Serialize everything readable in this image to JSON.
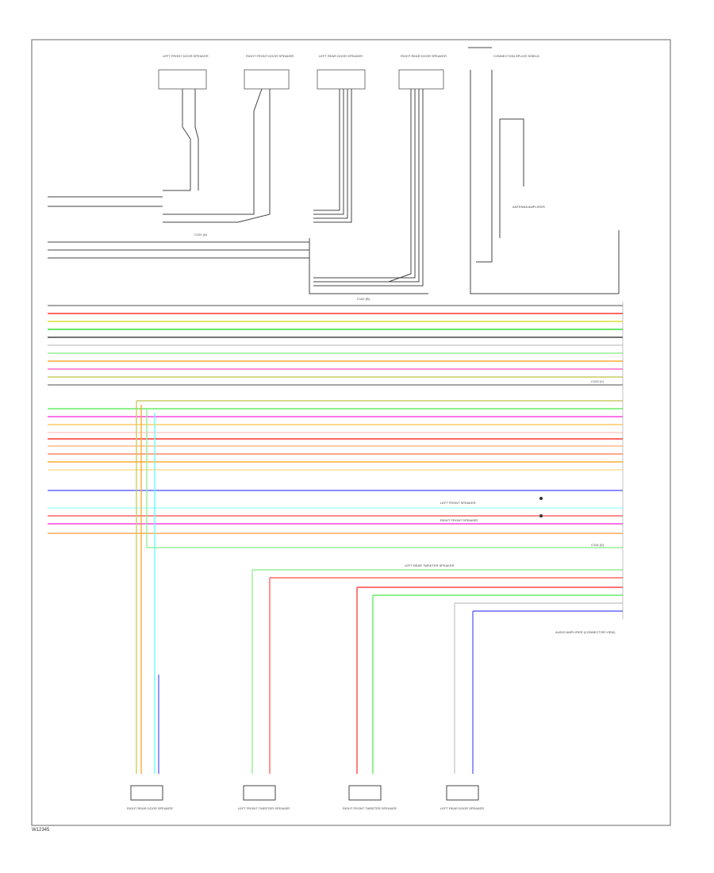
{
  "footer_code": "W12345",
  "diagram": {
    "title_frame": "",
    "top_components": [
      {
        "label": "LEFT FRONT DOOR SPEAKER"
      },
      {
        "label": "RIGHT FRONT DOOR SPEAKER"
      },
      {
        "label": "LEFT REAR DOOR SPEAKER"
      },
      {
        "label": "RIGHT REAR DOOR SPEAKER"
      }
    ],
    "top_right_label": "CONNECTION SPLICE SHIELD",
    "antenna_label": "ANTENNA AMPLIFIER",
    "connector_labels": [
      "C101 (A)",
      "C102 (B)",
      "C103 (C)",
      "C104 (D)"
    ],
    "bottom_components": [
      {
        "label": "RIGHT REAR DOOR SPEAKER"
      },
      {
        "label": "LEFT FRONT TWEETER SPEAKER"
      },
      {
        "label": "RIGHT FRONT TWEETER SPEAKER"
      },
      {
        "label": "LEFT REAR DOOR SPEAKER"
      }
    ],
    "module_label": "AUDIO AMPLIFIER (CONNECTOR VIEW)",
    "mid_labels": [
      "LEFT FRONT SPEAKER",
      "RIGHT FRONT SPEAKER",
      "LEFT REAR TWEETER SPEAKER"
    ],
    "colors": {
      "frame": "#555555",
      "gray": "#888888",
      "red": "#ff3333",
      "green": "#33dd33",
      "pink": "#ff66cc",
      "orange": "#ffaa33",
      "yellow": "#dddd33",
      "cyan": "#66ffff",
      "blue": "#6666ff",
      "light_green": "#99ee99",
      "olive": "#cccc66"
    }
  }
}
